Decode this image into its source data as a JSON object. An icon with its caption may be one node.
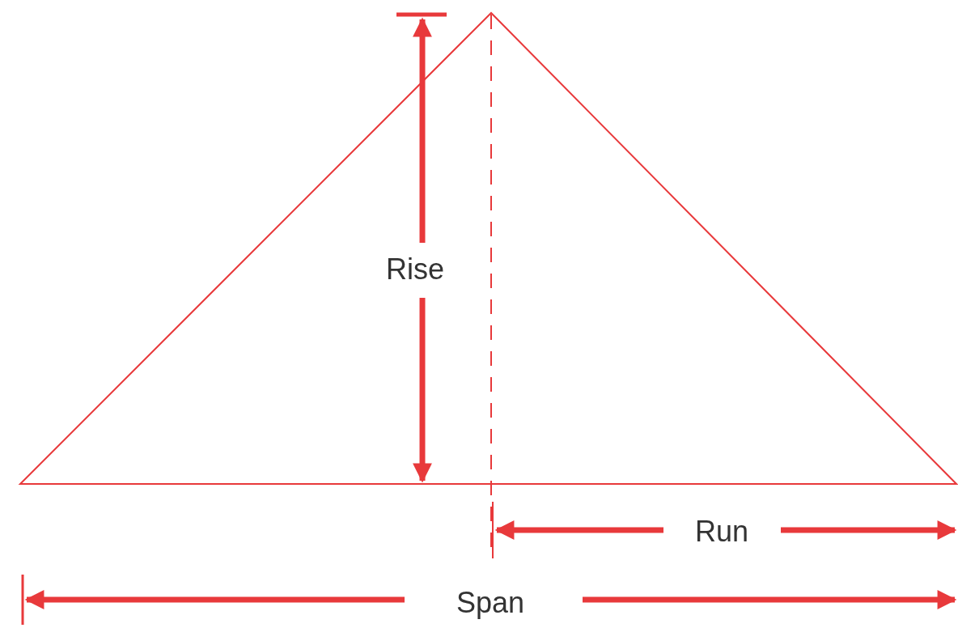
{
  "diagram": {
    "labels": [
      "Rise",
      "Run",
      "Span"
    ]
  }
}
